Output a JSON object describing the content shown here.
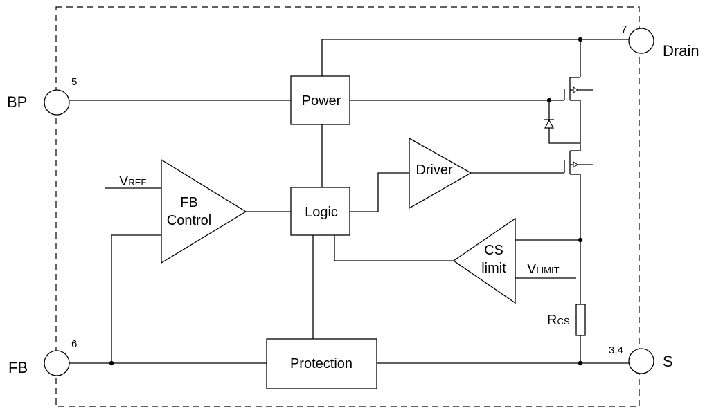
{
  "pins": {
    "bp": {
      "name": "BP",
      "number": "5"
    },
    "fb": {
      "name": "FB",
      "number": "6"
    },
    "drain": {
      "name": "Drain",
      "number": "7"
    },
    "s": {
      "name": "S",
      "number": "3,4"
    }
  },
  "blocks": {
    "power": "Power",
    "logic": "Logic",
    "protection": "Protection",
    "driver": "Driver",
    "fb_control": [
      "FB",
      "Control"
    ],
    "cs_limit": [
      "CS",
      "limit"
    ]
  },
  "labels": {
    "vref": {
      "main": "V",
      "sub": "REF"
    },
    "vlimit": {
      "main": "V",
      "sub": "LIMIT"
    },
    "rcs": {
      "main": "R",
      "sub": "CS"
    }
  }
}
